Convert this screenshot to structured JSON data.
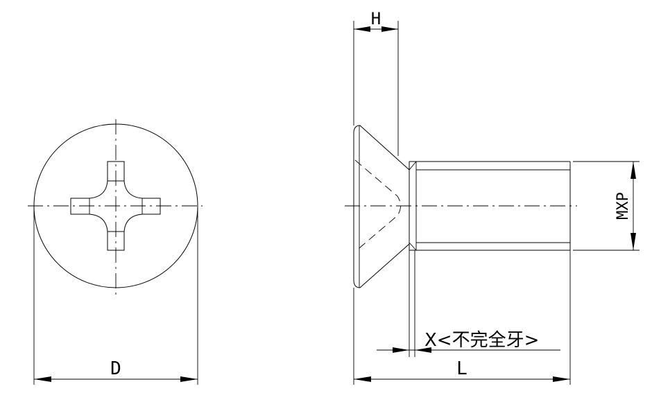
{
  "labels": {
    "diameter": "D",
    "head_height": "H",
    "thread_spec": "MXP",
    "length": "L",
    "incomplete_thread": "X<不完全牙>"
  }
}
